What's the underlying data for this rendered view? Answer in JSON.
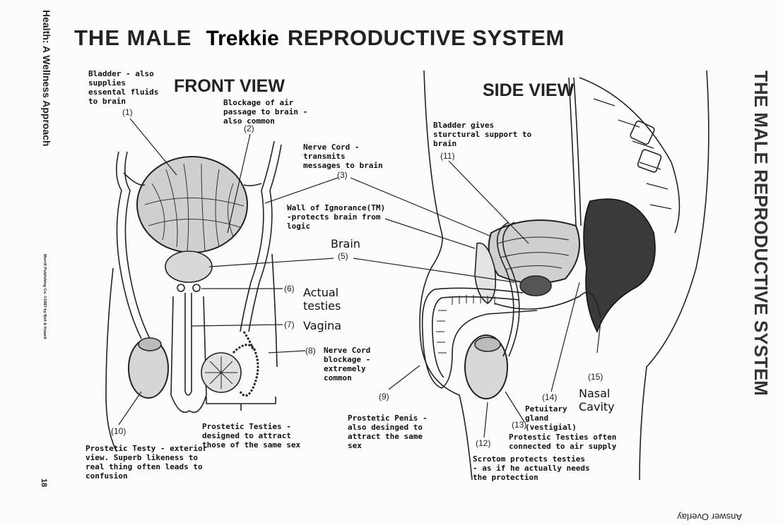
{
  "titles": {
    "main_prefix": "THE MALE",
    "main_word": "Trekkie",
    "main_suffix": "REPRODUCTIVE SYSTEM",
    "front_view": "FRONT VIEW",
    "side_view": "SIDE VIEW"
  },
  "margin": {
    "book_title": "Health: A Wellness Approach",
    "publisher": "Merrill Publishing Co. ©1987 by Bell & Howell",
    "page_number": "18",
    "bleed_title": "THE MALE REPRODUCTIVE SYSTEM",
    "answer_overlay": "Answer Overlay"
  },
  "labels": {
    "l1": "Bladder - also\nsupplies\nessental fluids\nto brain",
    "l2": "Blockage of air\npassage to brain -\nalso common",
    "l3": "Nerve Cord -\ntransmits\nmessages to brain",
    "l4": "Wall of Ignorance(TM)\n-protects brain from\n logic",
    "l5": "Brain",
    "l6": "Actual\ntesties",
    "l7": "Vagina",
    "l8": "Nerve Cord\nblockage -\nextremely\ncommon",
    "l9": "Prostetic Penis -\nalso desinged to\nattract the same\nsex",
    "l10": "Prostetic Testy - exterior\nview.  Superb likeness to\nreal thing often leads to\nconfusion",
    "l11": "Bladder gives\nsturctural support to\nbrain",
    "l12": "Scrotom protects testies\n- as if he actually needs\nthe protection",
    "l13": "Protestic Testies often\nconnected to air supply",
    "l14": "Petuitary\ngland\n(vestigial)",
    "l15": "Nasal\nCavity",
    "l_testies": "Prostetic Testies -\ndesigned to attract\nthose of the same sex"
  },
  "numbers": {
    "n1": "(1)",
    "n2": "(2)",
    "n3": "(3)",
    "n5": "(5)",
    "n6": "(6)",
    "n7": "(7)",
    "n8": "(8)",
    "n9": "(9)",
    "n10": "(10)",
    "n11": "(11)",
    "n12": "(12)",
    "n13": "(13)",
    "n14": "(14)",
    "n15": "(15)"
  }
}
